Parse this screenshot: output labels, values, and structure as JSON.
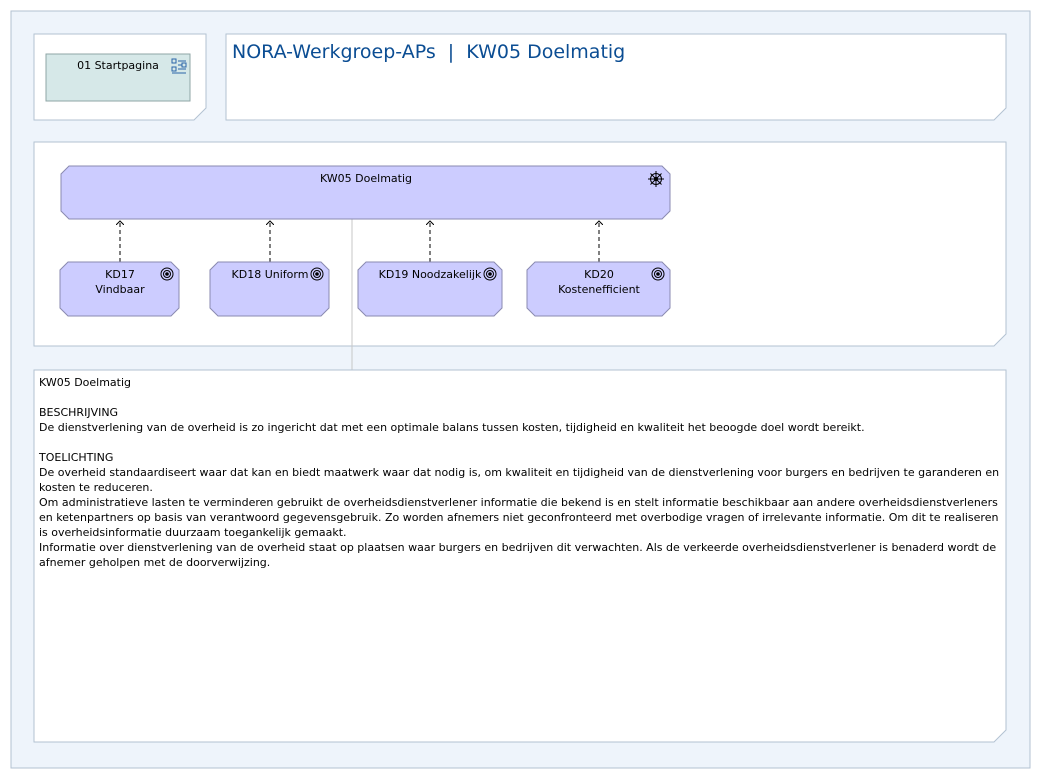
{
  "nav": {
    "startpage_label": "01 Startpagina"
  },
  "header": {
    "title": "NORA-Werkgroep-APs  |  KW05 Doelmatig"
  },
  "diagram": {
    "goal": {
      "label": "KW05 Doelmatig",
      "icon": "goal-icon"
    },
    "outcomes": [
      {
        "line1": "KD17",
        "line2": "Vindbaar",
        "icon": "outcome-target-icon"
      },
      {
        "line1": "KD18 Uniform",
        "line2": "",
        "icon": "outcome-target-icon"
      },
      {
        "line1": "KD19 Noodzakelijk",
        "line2": "",
        "icon": "outcome-target-icon"
      },
      {
        "line1": "KD20",
        "line2": "Kostenefficient",
        "icon": "outcome-target-icon"
      }
    ]
  },
  "description": {
    "title": "KW05 Doelmatig",
    "beschrijving_heading": "BESCHRIJVING",
    "beschrijving_text": "De dienstverlening van de overheid is zo ingericht dat met een optimale balans tussen kosten, tijdigheid en kwaliteit het beoogde doel wordt bereikt.",
    "toelichting_heading": "TOELICHTING",
    "toelichting_p1": "De overheid standaardiseert waar dat kan en biedt maatwerk waar dat nodig is, om kwaliteit en tijdigheid van de dienstverlening voor burgers en bedrijven te garanderen en kosten te reduceren.",
    "toelichting_p2": "Om administratieve lasten te verminderen gebruikt de overheidsdienstverlener informatie die bekend is en stelt informatie beschikbaar aan andere overheidsdienstverleners en ketenpartners op basis van verantwoord gegevensgebruik. Zo worden afnemers niet geconfronteerd met overbodige vragen of irrelevante informatie. Om dit te realiseren is overheidsinformatie duurzaam toegankelijk gemaakt.",
    "toelichting_p3": "Informatie over dienstverlening van de overheid staat op plaatsen waar burgers en bedrijven dit verwachten. Als de verkeerde overheidsdienstverlener is benaderd wordt de afnemer geholpen met de doorverwijzing."
  },
  "colors": {
    "background_panel": "#eef4fb",
    "frame_border": "#b3c2d2",
    "goal_fill": "#ccccff",
    "outcome_fill": "#ccccff",
    "nav_button_fill": "#d6e8e8",
    "title_color": "#0b4d93"
  }
}
